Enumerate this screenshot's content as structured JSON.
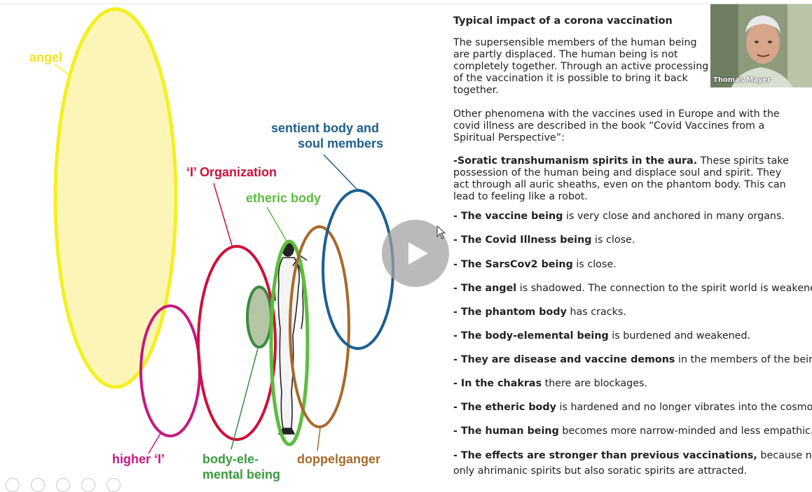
{
  "diagram": {
    "labels": {
      "angel": "angel",
      "sentient_line1": "sentient body and",
      "sentient_line2": "soul members",
      "i_org": "‘I’ Organization",
      "etheric": "etheric body",
      "higher_i": "higher ‘I’",
      "body_ele_line1": "body-ele-",
      "body_ele_line2": "mental being",
      "doppelganger": "doppelganger"
    },
    "colors": {
      "angel": "#f4f020",
      "angel_fill": "#fbf6b8",
      "sentient": "#1c5f8e",
      "i_org": "#d0103a",
      "etheric": "#5cbd3f",
      "higher_i": "#c8187e",
      "body_elemental": "#3a8a3e",
      "doppelganger": "#a8692a"
    }
  },
  "text": {
    "title": "Typical impact of a corona vaccination",
    "para1": "The supersensible members of the human being are partly displaced. The human being is not completely together. Through an active processing of the vaccination it is possible to bring it back together.",
    "para2": "Other phenomena with the vaccines used in Europe and with the covid illness are described in the book “Covid Vaccines from a Spiritual Perspective”:",
    "soratic_bold": "-Soratic transhumanism spirits in the aura.",
    "soratic_rest": " These spirits take possession of the human being and displace soul and spirit. They act through all auric sheaths, even on the phantom body. This can lead to feeling like a robot.",
    "bullets": [
      {
        "bold": "- The vaccine being",
        "rest": " is very close and anchored in many organs."
      },
      {
        "bold": "- The Covid Illness being",
        "rest": " is close."
      },
      {
        "bold": "- The SarsCov2 being",
        "rest": " is close."
      },
      {
        "bold": "- The angel",
        "rest": " is shadowed. The connection to the spirit world is weakened."
      },
      {
        "bold": "- The phantom body",
        "rest": " has cracks."
      },
      {
        "bold": "- The body-elemental being",
        "rest": " is burdened and weakened."
      },
      {
        "bold": "- They are disease and vaccine demons",
        "rest": " in the members of the being."
      },
      {
        "bold": "- In the chakras",
        "rest": " there are blockages."
      },
      {
        "bold": "- The etheric body",
        "rest": " is hardened and no longer vibrates into the cosmos."
      },
      {
        "bold": "- The human being",
        "rest": " becomes more narrow-minded and less empathic."
      }
    ],
    "last_bold": "- The effects are stronger than previous vaccinations,",
    "last_rest1": " because not",
    "last_rest2": "only ahrimanic spirits but also soratic spirits are attracted."
  },
  "webcam": {
    "name": "Thomas Mayer"
  },
  "player": {
    "play_icon": "play-icon",
    "cursor_icon": "mouse-cursor-icon"
  }
}
